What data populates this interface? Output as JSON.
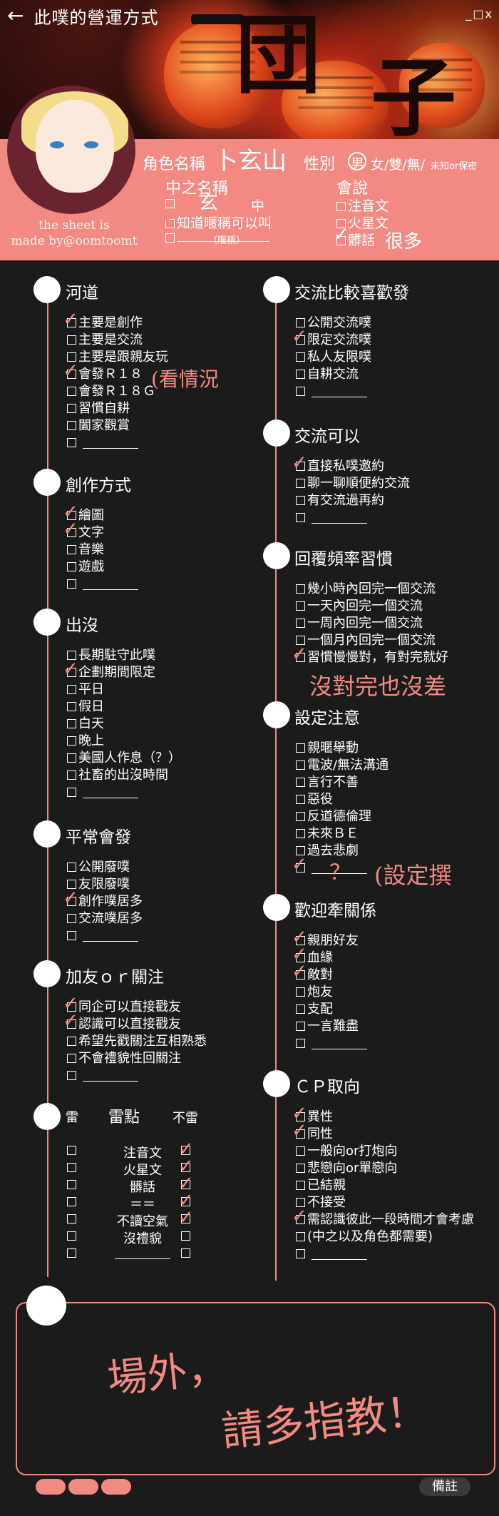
{
  "header": {
    "title": "此噗的營運方式",
    "window_controls": "_□x"
  },
  "credit": {
    "line1": "the sheet is",
    "line2": "made by@oomtoomt"
  },
  "profile": {
    "role_label": "角色名稱",
    "role_name_hand": "卜玄山",
    "gender_label": "性別",
    "gender_selected": "男",
    "gender_options": "女/雙/無/",
    "gender_extra": "未知or保密",
    "zhongzhi_label": "中之名稱",
    "zhong_hand": "玄",
    "zhong_suffix": "中",
    "zhong_opt2": "知道暱稱可以叫",
    "zhong_opt3_hint": "（暱稱）",
    "speak_label": "會說",
    "speak_opts": [
      "注音文",
      "火星文",
      "髒話"
    ],
    "speak_hand": "很多"
  },
  "sections_left": [
    {
      "title": "河道",
      "items": [
        "主要是創作",
        "主要是交流",
        "主要是跟親友玩",
        "會發Ｒ１８",
        "會發Ｒ１８Ｇ",
        "習慣自耕",
        "闔家觀賞",
        ""
      ]
    },
    {
      "title": "創作方式",
      "items": [
        "繪圖",
        "文字",
        "音樂",
        "遊戲",
        ""
      ]
    },
    {
      "title": "出沒",
      "items": [
        "長期駐守此噗",
        "企劃期間限定",
        "平日",
        "假日",
        "白天",
        "晚上",
        "美國人作息（？）",
        "社畜的出沒時間",
        ""
      ]
    },
    {
      "title": "平常會發",
      "items": [
        "公開廢噗",
        "友限廢噗",
        "創作噗居多",
        "交流噗居多",
        ""
      ]
    },
    {
      "title": "加友ｏｒ關注",
      "items": [
        "同企可以直接戳友",
        "認識可以直接戳友",
        "希望先戳關注互相熟悉",
        "不會禮貌性回關注",
        ""
      ]
    }
  ],
  "sections_right": [
    {
      "title": "交流比較喜歡發",
      "items": [
        "公開交流噗",
        "限定交流噗",
        "私人友限噗",
        "自耕交流",
        ""
      ]
    },
    {
      "title": "交流可以",
      "items": [
        "直接私噗邀約",
        "聊一聊順便約交流",
        "有交流過再約",
        ""
      ]
    },
    {
      "title": "回覆頻率習慣",
      "items": [
        "幾小時內回完一個交流",
        "一天內回完一個交流",
        "一周內回完一個交流",
        "一個月內回完一個交流",
        "習慣慢慢對，有對完就好"
      ]
    },
    {
      "title": "設定注意",
      "items": [
        "親暱舉動",
        "電波/無法溝通",
        "言行不善",
        "惡役",
        "反道德倫理",
        "未來ＢＥ",
        "過去悲劇",
        ""
      ]
    },
    {
      "title": "歡迎牽關係",
      "items": [
        "親朋好友",
        "血緣",
        "敵對",
        "炮友",
        "支配",
        "一言難盡",
        ""
      ]
    },
    {
      "title": "ＣＰ取向",
      "items": [
        "異性",
        "同性",
        "一般向or打炮向",
        "悲戀向or單戀向",
        "已結親",
        "不接受",
        "需認識彼此一段時間才會考慮",
        "(中之以及角色都需要)",
        ""
      ]
    }
  ],
  "notes": {
    "r18": "(看情況",
    "reply": "沒對完也沒差",
    "setting": "(設定撰",
    "setting_q": "？"
  },
  "thunder": {
    "col_left": "雷",
    "col_mid": "雷點",
    "col_right": "不雷",
    "rows": [
      "注音文",
      "火星文",
      "髒話",
      "＝＝",
      "不讀空氣",
      "沒禮貌",
      ""
    ]
  },
  "closing": {
    "line1": "場外，",
    "line2": "請多指教！"
  },
  "footer": {
    "memo": "備註"
  },
  "colors": {
    "accent": "#f28a83",
    "bg": "#1b1b1b"
  }
}
